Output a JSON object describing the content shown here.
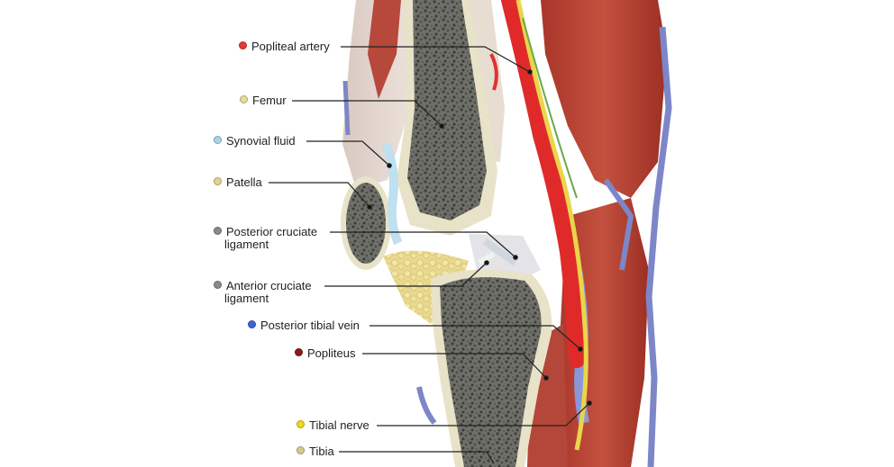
{
  "labels": [
    {
      "key": "popliteal_artery",
      "line1": "Popliteal artery",
      "line2": "",
      "color": "#e23b3b"
    },
    {
      "key": "femur",
      "line1": "Femur",
      "line2": "",
      "color": "#e6dc9a"
    },
    {
      "key": "synovial_fluid",
      "line1": "Synovial fluid",
      "line2": "",
      "color": "#a9d4e8"
    },
    {
      "key": "patella",
      "line1": "Patella",
      "line2": "",
      "color": "#e6d28a"
    },
    {
      "key": "posterior_cruciate_ligament",
      "line1": "Posterior cruciate",
      "line2": "ligament",
      "color": "#8a8a8a"
    },
    {
      "key": "anterior_cruciate_ligament",
      "line1": "Anterior cruciate",
      "line2": "ligament",
      "color": "#8a8a8a"
    },
    {
      "key": "posterior_tibial_vein",
      "line1": "Posterior tibial vein",
      "line2": "",
      "color": "#3f63d6"
    },
    {
      "key": "popliteus",
      "line1": "Popliteus",
      "line2": "",
      "color": "#8b1a1a"
    },
    {
      "key": "tibial_nerve",
      "line1": "Tibial nerve",
      "line2": "",
      "color": "#f0d81e"
    },
    {
      "key": "tibia",
      "line1": "Tibia",
      "line2": "",
      "color": "#d9c98a"
    }
  ]
}
